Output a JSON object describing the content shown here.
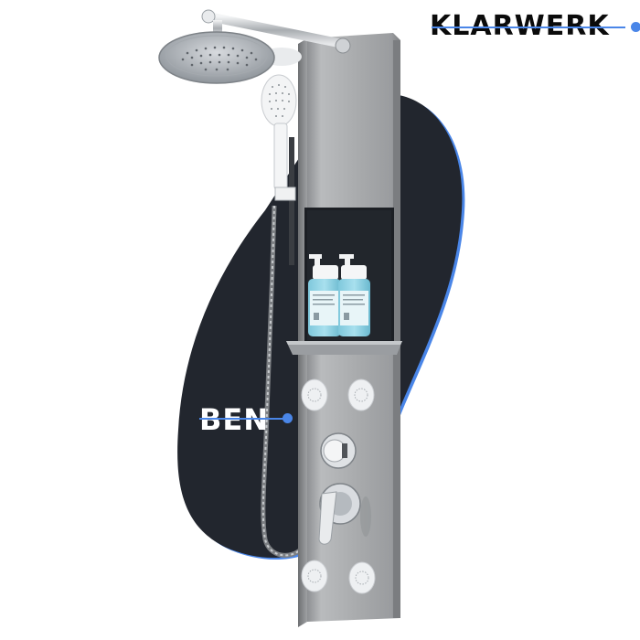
{
  "brand": {
    "name": "KLARWERK",
    "accent_color": "#4a86e8",
    "text_color": "#0b0b0b"
  },
  "product": {
    "label": "BEN",
    "label_color": "#ffffff",
    "type": "shower-panel",
    "panel_color": "#a9abad",
    "features": [
      "rain-shower-head",
      "hand-shower",
      "shelf-niche",
      "body-jets",
      "diverter-knob",
      "mixer-lever"
    ]
  },
  "background": {
    "page_color": "#ffffff",
    "blob_color": "#22262e",
    "blob_edge_color": "#4a86e8"
  }
}
